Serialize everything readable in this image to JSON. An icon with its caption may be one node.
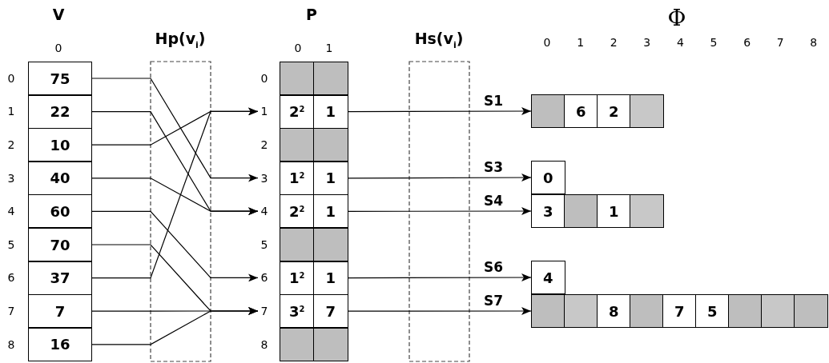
{
  "diagram": {
    "nodes": [
      {
        "text": [
          "75"
        ]
      },
      {
        "text": [
          "22"
        ]
      },
      {
        "text": [
          "10"
        ]
      },
      {
        "text": [
          "40"
        ]
      },
      {
        "text": [
          "60"
        ]
      },
      {
        "text": [
          "70"
        ]
      },
      {
        "text": [
          "37"
        ]
      },
      {
        "text": [
          "7"
        ]
      },
      {
        "text": [
          "16"
        ]
      },
      {
        "text": [
          "0"
        ]
      },
      {
        "text": [
          "1"
        ]
      },
      {
        "text": [
          "2"
        ]
      },
      {
        "text": [
          "3"
        ]
      },
      {
        "text": [
          "4"
        ]
      },
      {
        "text": [
          "5"
        ]
      },
      {
        "text": [
          "6"
        ]
      },
      {
        "text": [
          "7"
        ]
      },
      {
        "text": [
          "8"
        ]
      },
      {
        "text": [],
        "shape": "box"
      },
      {
        "text": [],
        "shape": "box"
      },
      {
        "text": [
          "2$^{2}$"
        ]
      },
      {
        "text": [
          "1"
        ]
      },
      {
        "text": [],
        "shape": "box"
      },
      {
        "text": [],
        "shape": "box"
      },
      {
        "text": [
          "1$^{2}$"
        ]
      },
      {
        "text": [
          "1"
        ]
      },
      {
        "text": [
          "2$^{2}$"
        ]
      },
      {
        "text": [
          "1"
        ]
      },
      {
        "text": [],
        "shape": "box"
      },
      {
        "text": [],
        "shape": "box"
      },
      {
        "text": [
          "1$^{2}$"
        ]
      },
      {
        "text": [
          "1"
        ]
      },
      {
        "text": [
          "3$^{2}$"
        ]
      },
      {
        "text": [
          "7"
        ]
      },
      {
        "text": [],
        "shape": "box"
      },
      {
        "text": [],
        "shape": "box"
      },
      {
        "text": [],
        "shape": "box"
      },
      {
        "text": [
          "6"
        ]
      },
      {
        "text": [
          "2"
        ]
      },
      {
        "text": [],
        "shape": "box"
      },
      {
        "text": [
          "0"
        ]
      },
      {
        "text": [
          "3"
        ]
      },
      {
        "text": [],
        "shape": "box"
      },
      {
        "text": [
          "1"
        ]
      },
      {
        "text": [],
        "shape": "box"
      },
      {
        "text": [
          "4"
        ]
      },
      {
        "text": [],
        "shape": "box"
      },
      {
        "text": [],
        "shape": "box"
      },
      {
        "text": [
          "8"
        ]
      },
      {
        "text": [],
        "shape": "box"
      },
      {
        "text": [
          "7"
        ]
      },
      {
        "text": [
          "5"
        ]
      },
      {
        "text": [],
        "shape": "box"
      },
      {
        "text": [],
        "shape": "box"
      },
      {
        "text": [],
        "shape": "box"
      }
    ],
    "edges": [
      {
        "from": 0,
        "to": 12,
        "arrow": "to"
      },
      {
        "from": 1,
        "to": 13,
        "arrow": "to"
      },
      {
        "from": 2,
        "to": 10,
        "arrow": "to"
      },
      {
        "from": 3,
        "to": 13,
        "arrow": "to"
      },
      {
        "from": 4,
        "to": 15,
        "arrow": "to"
      },
      {
        "from": 5,
        "to": 16,
        "arrow": "to"
      },
      {
        "from": 6,
        "to": 10,
        "arrow": "to"
      },
      {
        "from": 7,
        "to": 16,
        "arrow": "to"
      },
      {
        "from": 8,
        "to": 16,
        "arrow": "to"
      },
      {
        "from": 21,
        "to": 36,
        "arrow": "to",
        "label": "S1"
      },
      {
        "from": 25,
        "to": 40,
        "arrow": "to",
        "label": "S3"
      },
      {
        "from": 27,
        "to": 41,
        "arrow": "to",
        "label": "S4"
      },
      {
        "from": 31,
        "to": 45,
        "arrow": "to",
        "label": "S6"
      },
      {
        "from": 33,
        "to": 46,
        "arrow": "to",
        "label": "S7"
      }
    ],
    "labels": [
      "V",
      "Hp(v$_{i}$)",
      "P",
      "Hs(v$_{i}$)",
      "Φ",
      "0",
      "0",
      "1",
      "0",
      "1",
      "2",
      "3",
      "4",
      "5",
      "6",
      "7",
      "8",
      "0",
      "1",
      "2",
      "3",
      "4",
      "5",
      "6",
      "7",
      "8"
    ]
  }
}
